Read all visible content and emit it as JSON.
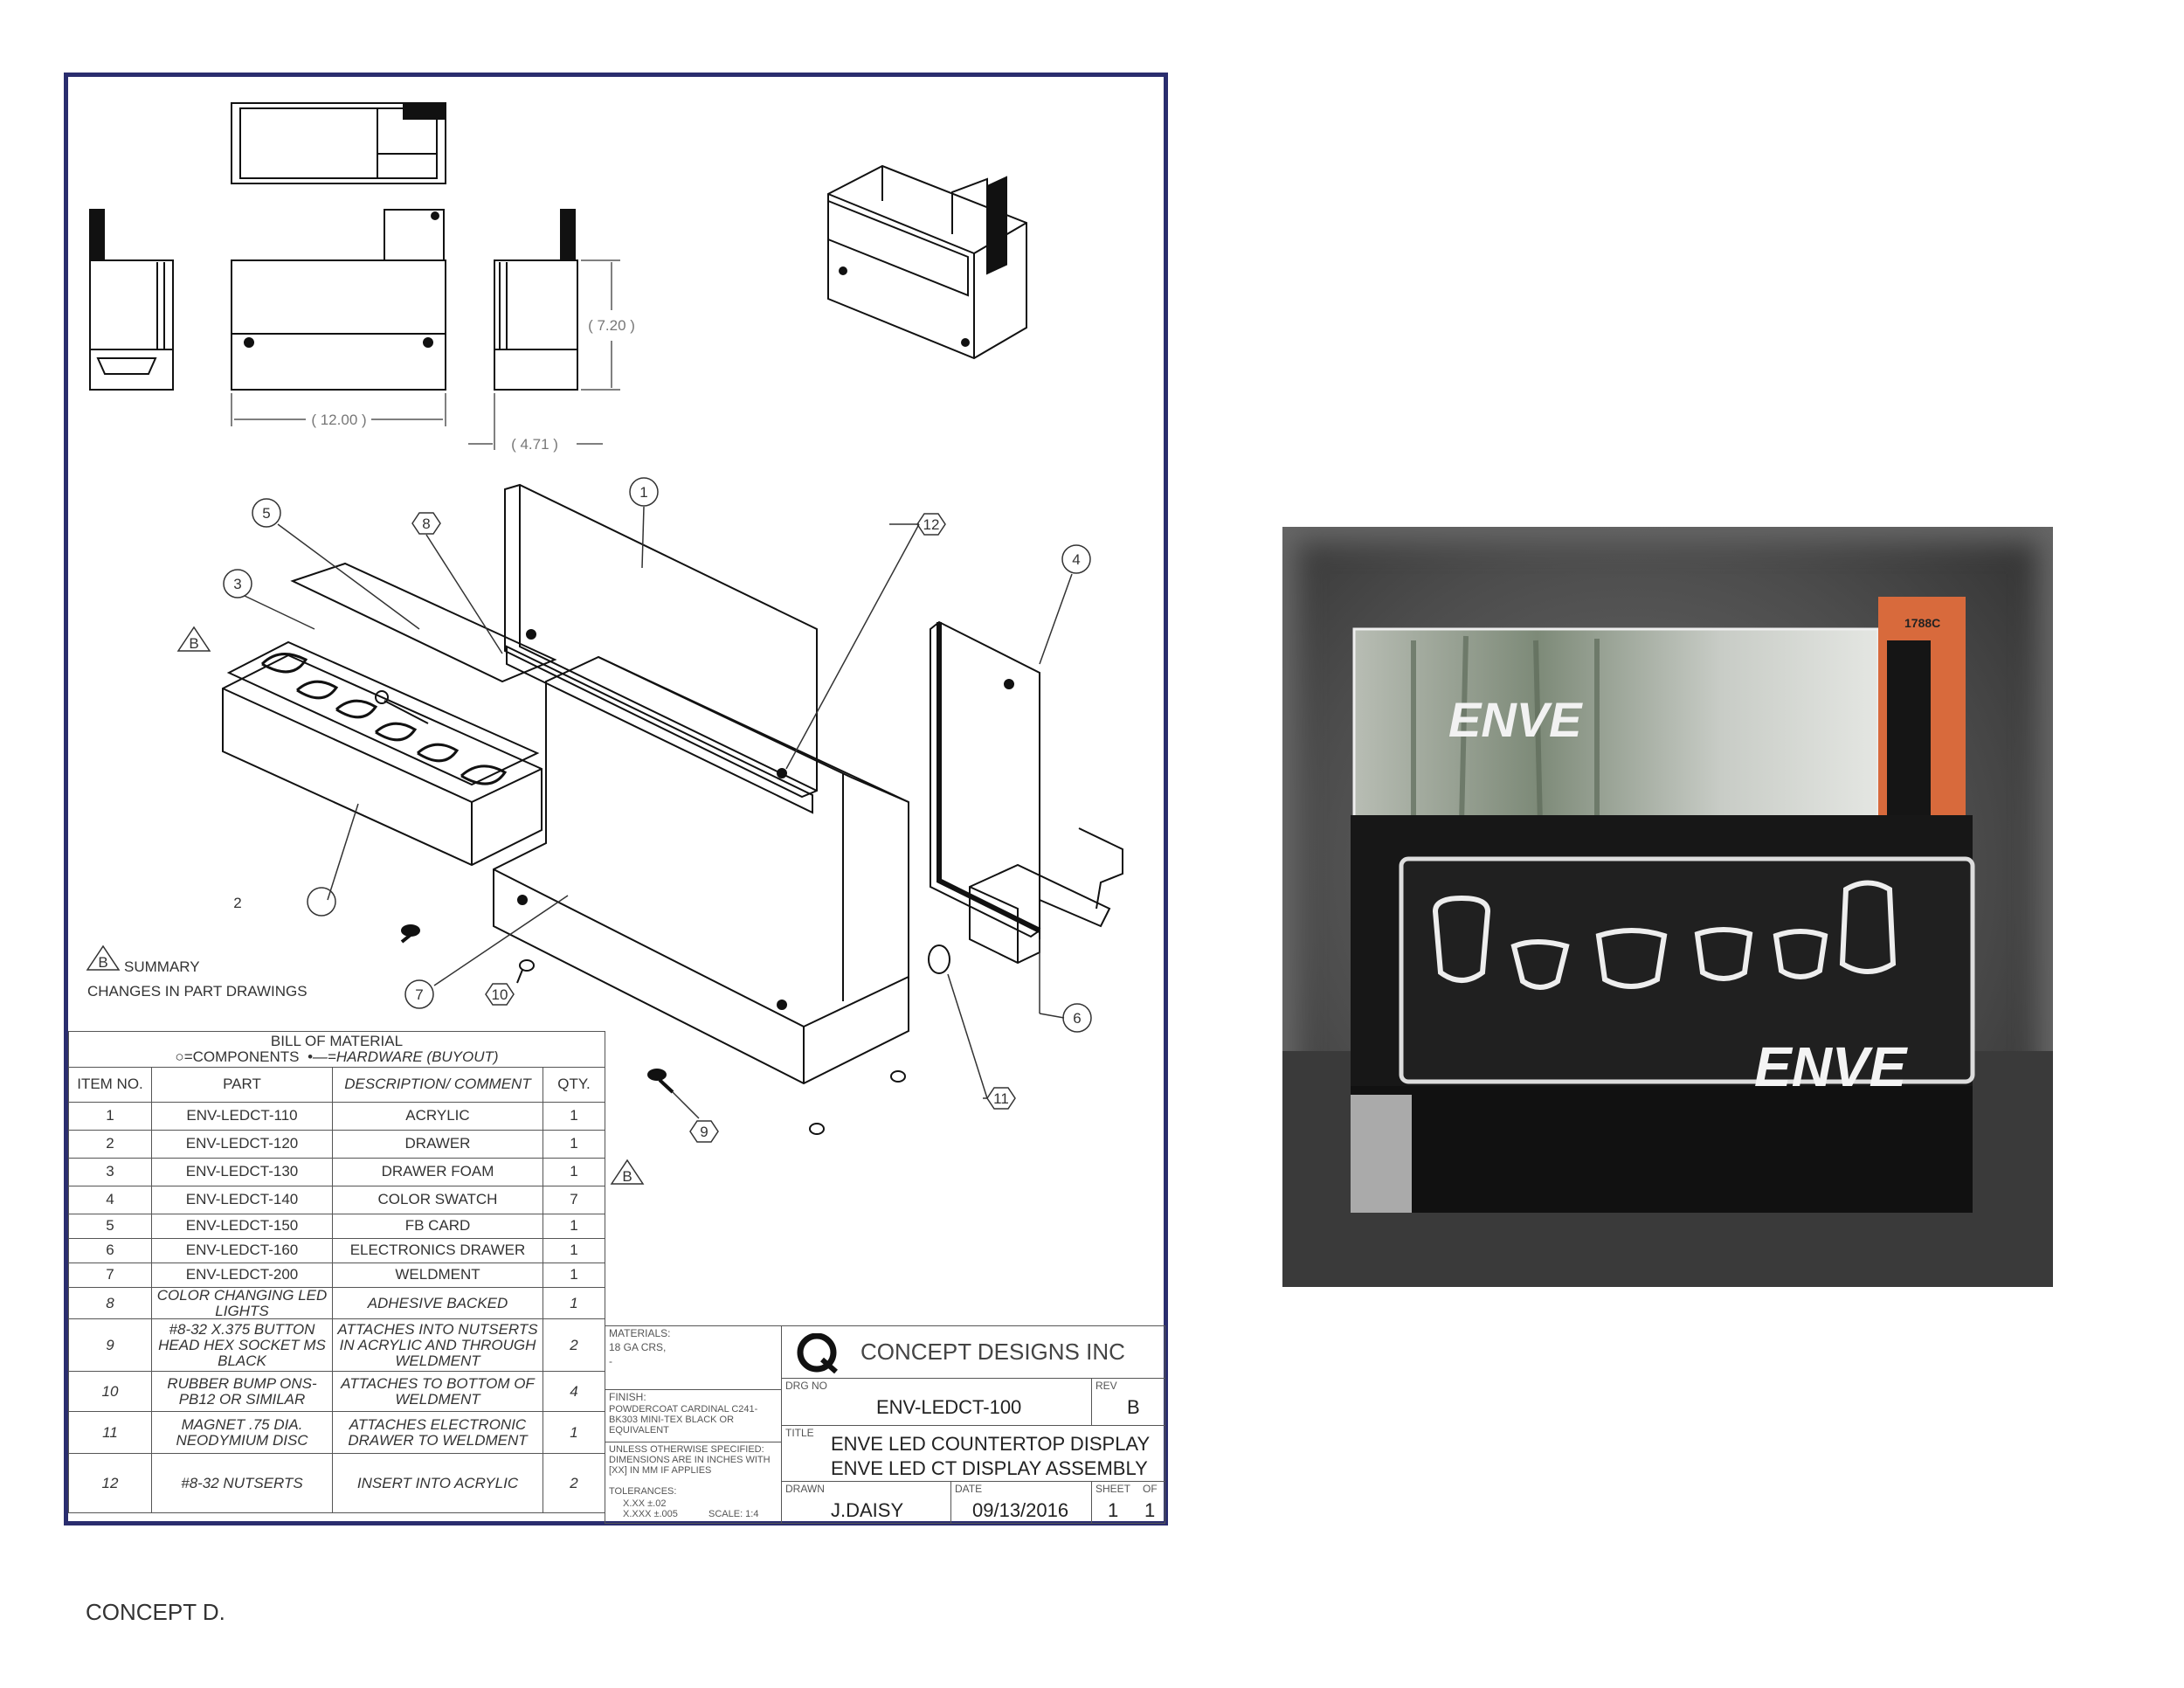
{
  "drawing": {
    "dimensions": {
      "width": "( 12.00 )",
      "depth": "( 4.71 )",
      "height": "( 7.20 )"
    },
    "balloons": [
      "1",
      "2",
      "3",
      "4",
      "5",
      "6",
      "7",
      "8",
      "9",
      "10",
      "11",
      "12"
    ],
    "revision_marker": "B",
    "summary_line1": "SUMMARY",
    "summary_line2": "CHANGES IN PART DRAWINGS"
  },
  "bom": {
    "title": "BILL OF MATERIAL",
    "legend_components": "=COMPONENTS",
    "legend_hardware": "=HARDWARE (BUYOUT)",
    "headers": {
      "item": "ITEM NO.",
      "part": "PART",
      "desc": "DESCRIPTION/ COMMENT",
      "qty": "QTY."
    },
    "rows": [
      {
        "item": "1",
        "part": "ENV-LEDCT-110",
        "desc": "ACRYLIC",
        "qty": "1"
      },
      {
        "item": "2",
        "part": "ENV-LEDCT-120",
        "desc": "DRAWER",
        "qty": "1"
      },
      {
        "item": "3",
        "part": "ENV-LEDCT-130",
        "desc": "DRAWER FOAM",
        "qty": "1"
      },
      {
        "item": "4",
        "part": "ENV-LEDCT-140",
        "desc": "COLOR SWATCH",
        "qty": "7"
      },
      {
        "item": "5",
        "part": "ENV-LEDCT-150",
        "desc": "FB CARD",
        "qty": "1"
      },
      {
        "item": "6",
        "part": "ENV-LEDCT-160",
        "desc": "ELECTRONICS DRAWER",
        "qty": "1"
      },
      {
        "item": "7",
        "part": "ENV-LEDCT-200",
        "desc": "WELDMENT",
        "qty": "1"
      },
      {
        "item": "8",
        "part": "COLOR CHANGING LED LIGHTS",
        "desc": "ADHESIVE BACKED",
        "qty": "1"
      },
      {
        "item": "9",
        "part": "#8-32 X.375 BUTTON HEAD HEX SOCKET MS BLACK",
        "desc": "ATTACHES INTO NUTSERTS IN ACRYLIC AND THROUGH WELDMENT",
        "qty": "2"
      },
      {
        "item": "10",
        "part": "RUBBER BUMP ONS-PB12 OR SIMILAR",
        "desc": "ATTACHES TO BOTTOM OF WELDMENT",
        "qty": "4"
      },
      {
        "item": "11",
        "part": "MAGNET .75 DIA. NEODYMIUM DISC",
        "desc": "ATTACHES ELECTRONIC DRAWER TO WELDMENT",
        "qty": "1"
      },
      {
        "item": "12",
        "part": "#8-32 NUTSERTS",
        "desc": "INSERT INTO ACRYLIC",
        "qty": "2"
      }
    ]
  },
  "title_block": {
    "materials_label": "MATERIALS:",
    "materials_value": "18 GA CRS,",
    "materials_dash": "-",
    "finish_label": "FINISH:",
    "finish_value": "POWDERCOAT CARDINAL C241-BK303 MINI-TEX BLACK OR EQUIVALENT",
    "tolerance_note": "UNLESS OTHERWISE SPECIFIED: DIMENSIONS ARE IN INCHES WITH [XX] IN MM IF APPLIES",
    "tolerances_label": "TOLERANCES:",
    "tol_xx": "X.XX ±.02",
    "tol_xxx": "X.XXX ±.005",
    "scale": "SCALE: 1:4",
    "company": "CONCEPT DESIGNS INC",
    "drg_no_label": "DRG NO",
    "drg_no": "ENV-LEDCT-100",
    "rev_label": "REV",
    "rev": "B",
    "title_label": "TITLE",
    "title_line1": "ENVE LED COUNTERTOP DISPLAY",
    "title_line2": "ENVE LED CT DISPLAY ASSEMBLY",
    "drawn_label": "DRAWN",
    "drawn": "J.DAISY",
    "date_label": "DATE",
    "date": "09/13/2016",
    "sheet_label": "SHEET",
    "of_label": "OF",
    "sheet": "1",
    "of": "1"
  },
  "photo": {
    "swatch_label": "1788C",
    "logo_text": "ENVE"
  },
  "footer": "CONCEPT D."
}
